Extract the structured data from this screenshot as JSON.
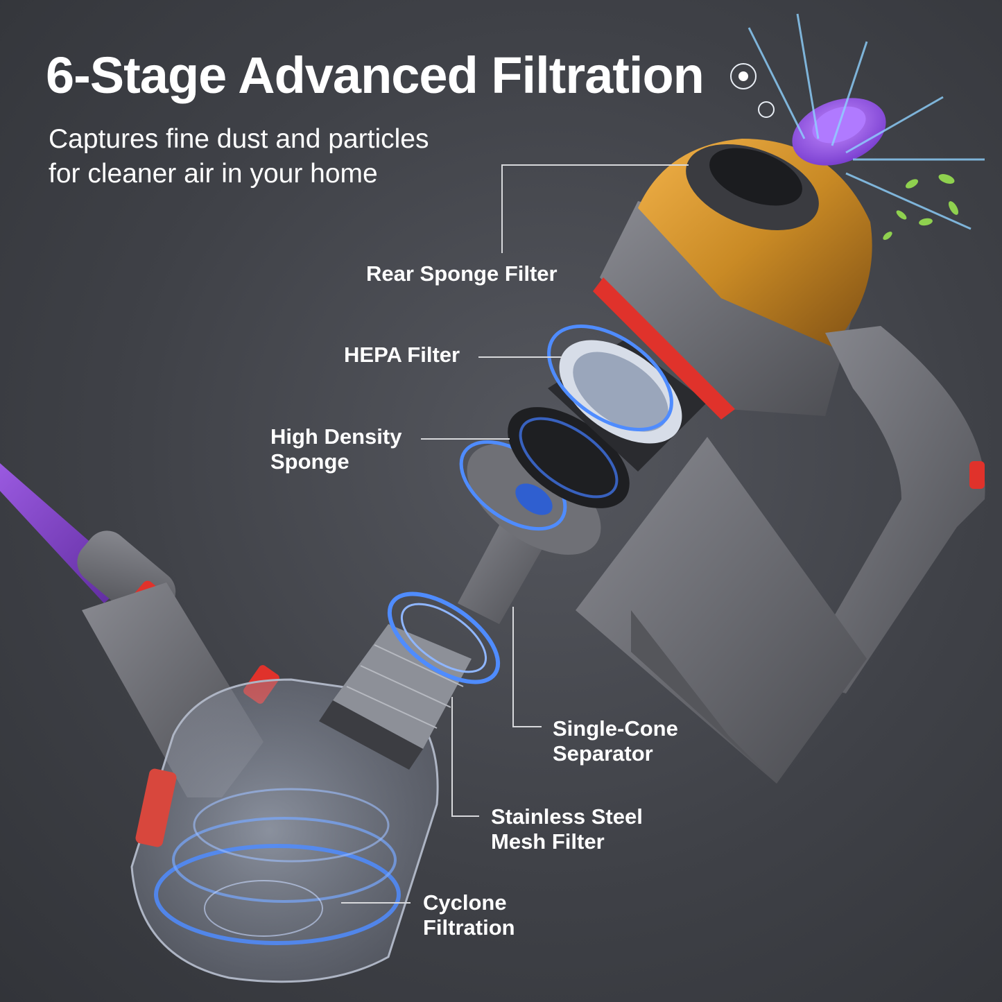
{
  "headline": "6-Stage Advanced Filtration",
  "subheadline": {
    "line1": "Captures fine dust and particles",
    "line2": "for cleaner air in your home"
  },
  "labels": {
    "rear_sponge_filter": "Rear Sponge Filter",
    "hepa_filter": "HEPA Filter",
    "high_density_sponge": {
      "line1": "High Density",
      "line2": "Sponge"
    },
    "single_cone_separator": {
      "line1": "Single-Cone",
      "line2": "Separator"
    },
    "stainless_steel_mesh_filter": {
      "line1": "Stainless Steel",
      "line2": "Mesh Filter"
    },
    "cyclone_filtration": {
      "line1": "Cyclone",
      "line2": "Filtration"
    }
  },
  "colors": {
    "background": "#3f4147",
    "text": "#ffffff",
    "motor_gold": "#c98a25",
    "body_gray": "#6b6c72",
    "wand_purple": "#7b3fc4",
    "accent_red": "#e0322b",
    "airflow_blue": "#4f8cff"
  }
}
